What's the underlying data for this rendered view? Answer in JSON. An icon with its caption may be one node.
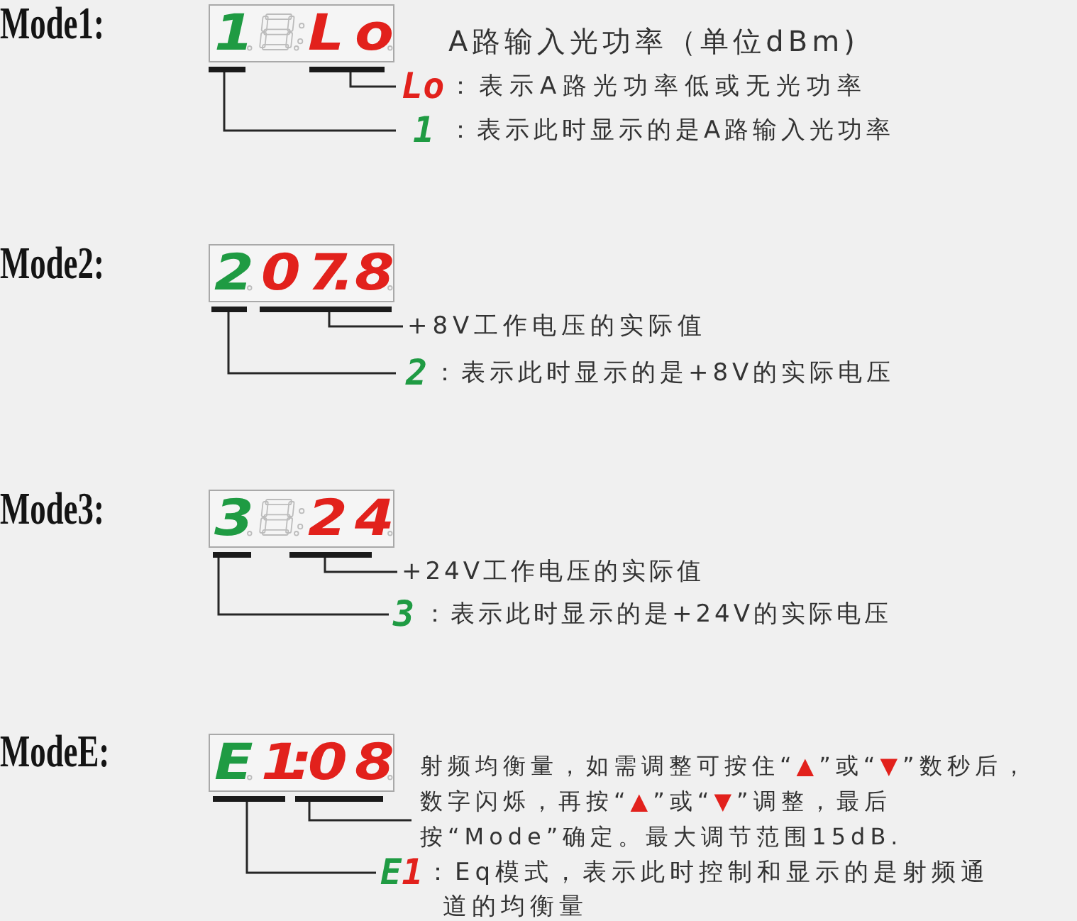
{
  "diagram": {
    "nodes": [
      {
        "text": [
          "1",
          "Lo"
        ]
      },
      {
        "text": [],
        "shape": "bar"
      },
      {
        "text": [],
        "shape": "bar"
      },
      {
        "text": [
          "Lo",
          "：表示A路光功率低或无光功率"
        ]
      },
      {
        "text": [
          "1",
          "：表示此时显示的是A路输入光功率"
        ]
      },
      {
        "text": [
          "2",
          "07.8"
        ]
      },
      {
        "text": [],
        "shape": "bar"
      },
      {
        "text": [],
        "shape": "bar"
      },
      {
        "text": [
          "+8V工作电压的实际值"
        ]
      },
      {
        "text": [
          "2",
          "：表示此时显示的是+8V的实际电压"
        ]
      },
      {
        "text": [
          "3",
          "24"
        ]
      },
      {
        "text": [],
        "shape": "bar"
      },
      {
        "text": [],
        "shape": "bar"
      },
      {
        "text": [
          "+24V工作电压的实际值"
        ]
      },
      {
        "text": [
          "3",
          "：表示此时显示的是+24V的实际电压"
        ]
      },
      {
        "text": [
          "E",
          "1:08"
        ]
      },
      {
        "text": [],
        "shape": "bar"
      },
      {
        "text": [],
        "shape": "bar"
      },
      {
        "text": [
          "射频均衡量，如需调整可按住“▲”或“▼”数秒后，数字闪烁，再按“▲”或“▼”调整，最后按“Mode”确定。最大调节范围15dB."
        ]
      },
      {
        "text": [
          "E1",
          "：Eq模式，表示此时控制和显示的是射频通道的均衡量"
        ]
      }
    ],
    "edges": [
      {
        "from": 3,
        "to": 2,
        "arrow": "none"
      },
      {
        "from": 4,
        "to": 1,
        "arrow": "none"
      },
      {
        "from": 8,
        "to": 7,
        "arrow": "none"
      },
      {
        "from": 9,
        "to": 6,
        "arrow": "none"
      },
      {
        "from": 13,
        "to": 12,
        "arrow": "none"
      },
      {
        "from": 14,
        "to": 11,
        "arrow": "none"
      },
      {
        "from": 18,
        "to": 17,
        "arrow": "none"
      },
      {
        "from": 19,
        "to": 16,
        "arrow": "none"
      }
    ],
    "labels": [
      "Mode1:",
      "A路输入光功率（单位dBm)",
      "Mode2:",
      "Mode3:",
      "ModeE:"
    ]
  }
}
